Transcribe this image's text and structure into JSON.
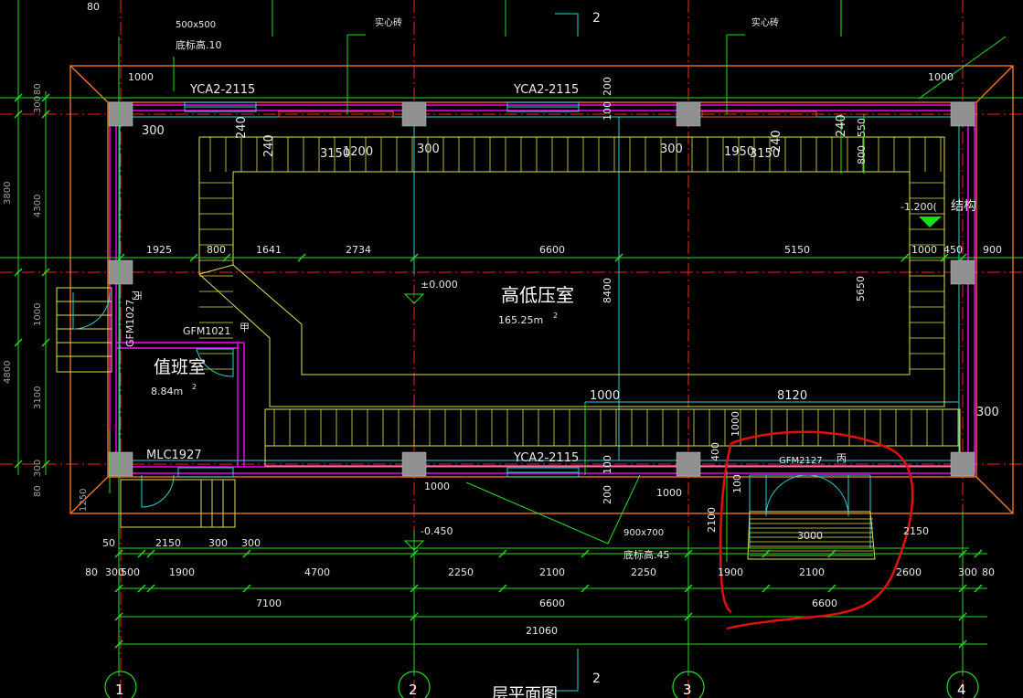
{
  "drawing": {
    "title": "层平面图",
    "colors": {
      "background": "#000000",
      "axis": "#ff2020",
      "dimension": "#22dd22",
      "wall": "#ff00ff",
      "outline": "#ff7722",
      "stair": "#e0e050",
      "cyan": "#27d3d3",
      "column": "#909090",
      "markup": "#e01010"
    },
    "rooms": [
      {
        "name": "高低压室",
        "area": "165.25m",
        "exp": "2"
      },
      {
        "name": "值班室",
        "area": "8.84m",
        "exp": "2"
      }
    ],
    "levels": {
      "floor": "±0.000",
      "outside": "-0.450",
      "structure": "-1.200(",
      "structure_label": "结构"
    },
    "labels": {
      "window_top_left": "YCA2-2115",
      "window_top_right": "YCA2-2115",
      "window_bottom": "YCA2-2115",
      "door_small": "GFM1021",
      "door_small_tag": "甲",
      "door_left": "GFM1027",
      "door_left_tag": "丙",
      "door_big": "GFM2127",
      "door_big_tag": "丙",
      "door_bottom_left": "MLC1927",
      "solid_brick_1": "实心砖",
      "solid_brick_2": "实心砖",
      "col_size_top": "500x500",
      "col_base_top": "底标高.10",
      "col_size_bottom": "900x700",
      "col_base_bottom": "底标高.45",
      "cut_mark_top": "2",
      "cut_mark_bottom": "2"
    },
    "axis_bubbles": [
      "1",
      "2",
      "3",
      "4"
    ],
    "top_dims": [
      "80",
      "1000",
      "1000",
      "300",
      "240",
      "240",
      "3150",
      "1200",
      "300",
      "300",
      "1950",
      "3150",
      "240",
      "240",
      "550",
      "800",
      "200",
      "100"
    ],
    "mid_dims": [
      "1925",
      "800",
      "1641",
      "2734",
      "6600",
      "5150",
      "1000",
      "450",
      "900",
      "8400",
      "5650",
      "1000",
      "8120",
      "300"
    ],
    "left_dims": [
      "80",
      "300",
      "3800",
      "4300",
      "1000",
      "4800",
      "3100",
      "300",
      "80",
      "1250"
    ],
    "lower_dims": [
      "1000",
      "1000",
      "200",
      "100",
      "100",
      "1000",
      "400",
      "2100",
      "3000",
      "2150"
    ],
    "dim_row1": [
      "50",
      "2150",
      "300",
      "300"
    ],
    "dim_row2": [
      "80",
      "300",
      "500",
      "1900",
      "4700",
      "2250",
      "2100",
      "2250",
      "1900",
      "2100",
      "2600",
      "300",
      "80"
    ],
    "dim_row3": [
      "7100",
      "6600",
      "6600"
    ],
    "dim_total": "21060"
  }
}
